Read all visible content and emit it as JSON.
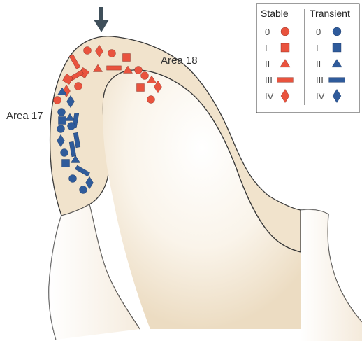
{
  "colors": {
    "stable": "#e9533e",
    "transient": "#2f5b9b",
    "cortex_fill": "#f1e3cc",
    "outline": "#3a3a3a",
    "arrow": "#3f4f5a"
  },
  "regions": {
    "area17": "Area 17",
    "area18": "Area 18"
  },
  "legend": {
    "stable_label": "Stable",
    "transient_label": "Transient",
    "rows": [
      {
        "numeral": "0",
        "shape": "circle"
      },
      {
        "numeral": "I",
        "shape": "square"
      },
      {
        "numeral": "II",
        "shape": "triangle"
      },
      {
        "numeral": "III",
        "shape": "bar"
      },
      {
        "numeral": "IV",
        "shape": "diamond"
      }
    ]
  },
  "icons": {
    "arrow": "down-arrow-icon"
  },
  "markers": [
    {
      "shape": "circle",
      "type": "stable"
    },
    {
      "shape": "diamond",
      "type": "stable"
    },
    {
      "shape": "circle",
      "type": "stable"
    },
    {
      "shape": "square",
      "type": "stable"
    },
    {
      "shape": "bar",
      "type": "stable"
    },
    {
      "shape": "circle",
      "type": "stable"
    },
    {
      "shape": "square",
      "type": "stable"
    },
    {
      "shape": "triangle",
      "type": "stable"
    },
    {
      "shape": "bar",
      "type": "stable"
    },
    {
      "shape": "triangle",
      "type": "stable"
    },
    {
      "shape": "circle",
      "type": "stable"
    },
    {
      "shape": "bar",
      "type": "stable"
    },
    {
      "shape": "circle",
      "type": "stable"
    },
    {
      "shape": "square",
      "type": "stable"
    },
    {
      "shape": "diamond",
      "type": "stable"
    },
    {
      "shape": "triangle",
      "type": "stable"
    },
    {
      "shape": "square",
      "type": "stable"
    },
    {
      "shape": "circle",
      "type": "stable"
    },
    {
      "shape": "diamond",
      "type": "stable"
    },
    {
      "shape": "circle",
      "type": "stable"
    },
    {
      "shape": "triangle",
      "type": "transient"
    },
    {
      "shape": "diamond",
      "type": "transient"
    },
    {
      "shape": "circle",
      "type": "transient"
    },
    {
      "shape": "triangle",
      "type": "transient"
    },
    {
      "shape": "bar",
      "type": "transient"
    },
    {
      "shape": "circle",
      "type": "transient"
    },
    {
      "shape": "square",
      "type": "transient"
    },
    {
      "shape": "circle",
      "type": "transient"
    },
    {
      "shape": "bar",
      "type": "transient"
    },
    {
      "shape": "diamond",
      "type": "transient"
    },
    {
      "shape": "bar",
      "type": "transient"
    },
    {
      "shape": "circle",
      "type": "transient"
    },
    {
      "shape": "triangle",
      "type": "transient"
    },
    {
      "shape": "square",
      "type": "transient"
    },
    {
      "shape": "bar",
      "type": "transient"
    },
    {
      "shape": "circle",
      "type": "transient"
    },
    {
      "shape": "diamond",
      "type": "transient"
    },
    {
      "shape": "circle",
      "type": "transient"
    }
  ]
}
